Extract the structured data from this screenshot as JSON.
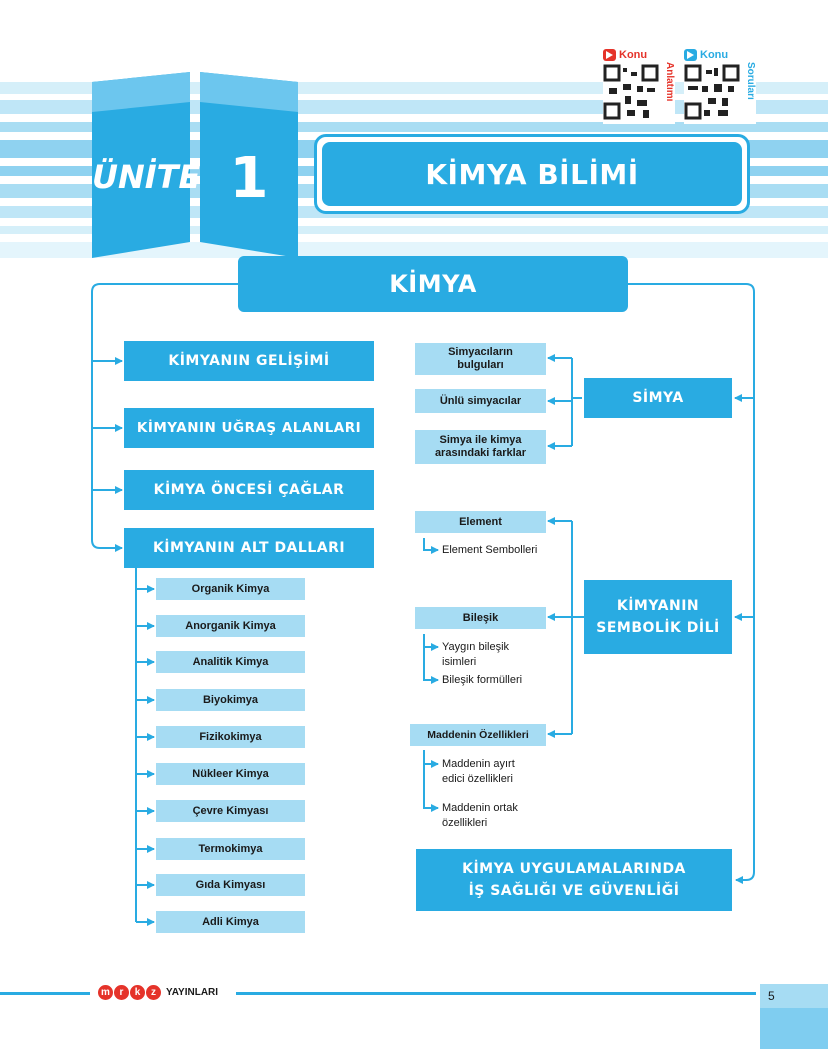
{
  "header": {
    "unit_word": "ÜNİTE",
    "unit_number": "1",
    "unit_title": "KİMYA BİLİMİ",
    "qr_left": {
      "label": "Konu",
      "side": "Anlatımı",
      "color": "#e5332a"
    },
    "qr_right": {
      "label": "Konu",
      "side": "Soruları",
      "color": "#29abe2"
    }
  },
  "map": {
    "root": "KİMYA",
    "left_boxes": [
      "KİMYANIN GELİŞİMİ",
      "KİMYANIN UĞRAŞ ALANLARI",
      "KİMYA ÖNCESİ ÇAĞLAR",
      "KİMYANIN ALT DALLARI"
    ],
    "branches": [
      "Organik Kimya",
      "Anorganik Kimya",
      "Analitik Kimya",
      "Biyokimya",
      "Fizikokimya",
      "Nükleer Kimya",
      "Çevre Kimyası",
      "Termokimya",
      "Gıda Kimyası",
      "Adli Kimya"
    ],
    "simya": {
      "title": "SİMYA",
      "items": [
        "Simyacıların bulguları",
        "Ünlü simyacılar",
        "Simya ile kimya arasındaki farklar"
      ]
    },
    "sembolik": {
      "title_line1": "KİMYANIN",
      "title_line2": "SEMBOLİK DİLİ",
      "element": "Element",
      "element_notes": [
        "Element Sembolleri"
      ],
      "bilesik": "Bileşik",
      "bilesik_notes": [
        "Yaygın bileşik isimleri",
        "Bileşik formülleri"
      ],
      "madde": "Maddenin Özellikleri",
      "madde_notes": [
        "Maddenin ayırt edici özellikleri",
        "Maddenin ortak özellikleri"
      ]
    },
    "safety_line1": "KİMYA UYGULAMALARINDA",
    "safety_line2": "İŞ SAĞLIĞI VE GÜVENLİĞİ"
  },
  "footer": {
    "logo_letters": [
      "m",
      "r",
      "k",
      "z"
    ],
    "publisher": "YAYINLARI",
    "page_number": "5"
  },
  "colors": {
    "primary": "#29abe2",
    "light": "#a6dcf3",
    "stripe": "#c9ebf9",
    "accent": "#e5332a"
  }
}
